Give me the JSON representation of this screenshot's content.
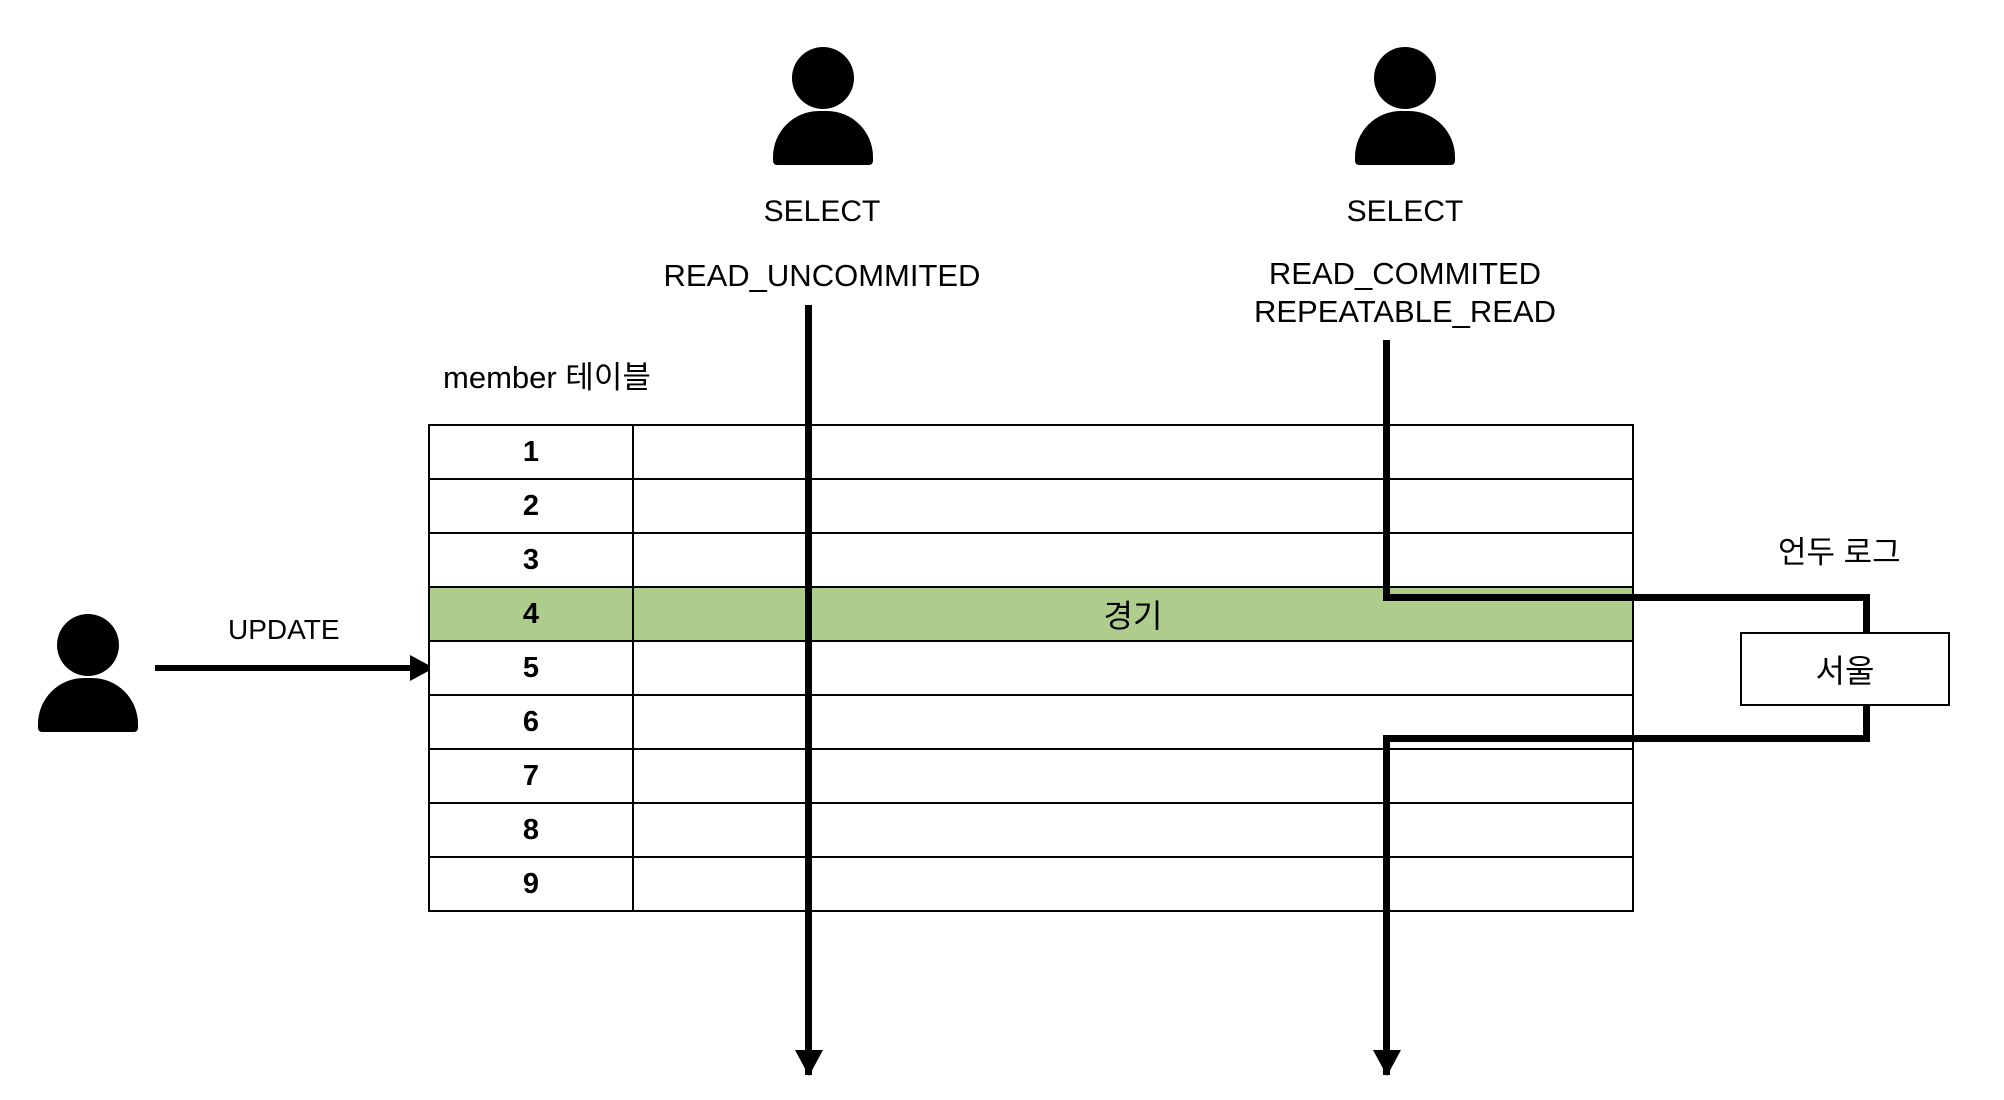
{
  "diagram": {
    "title_table": "member 테이블",
    "undo_log_label": "언두 로그",
    "undo_log_value": "서울"
  },
  "actors": {
    "writer": {
      "icon": "person-icon",
      "action_label": "UPDATE"
    },
    "reader_uncommitted": {
      "icon": "person-icon",
      "action_label": "SELECT",
      "isolation_label": "READ_UNCOMMITED"
    },
    "reader_committed": {
      "icon": "person-icon",
      "action_label": "SELECT",
      "isolation_label_1": "READ_COMMITED",
      "isolation_label_2": "REPEATABLE_READ"
    }
  },
  "table": {
    "columns": [
      "id",
      "value"
    ],
    "rows": [
      {
        "id": "1",
        "value": "",
        "highlighted": false
      },
      {
        "id": "2",
        "value": "",
        "highlighted": false
      },
      {
        "id": "3",
        "value": "",
        "highlighted": false
      },
      {
        "id": "4",
        "value": "경기",
        "highlighted": true
      },
      {
        "id": "5",
        "value": "",
        "highlighted": false
      },
      {
        "id": "6",
        "value": "",
        "highlighted": false
      },
      {
        "id": "7",
        "value": "",
        "highlighted": false
      },
      {
        "id": "8",
        "value": "",
        "highlighted": false
      },
      {
        "id": "9",
        "value": "",
        "highlighted": false
      }
    ]
  },
  "colors": {
    "highlight_row": "#aecd8c",
    "stroke": "#000000",
    "background": "#ffffff"
  }
}
